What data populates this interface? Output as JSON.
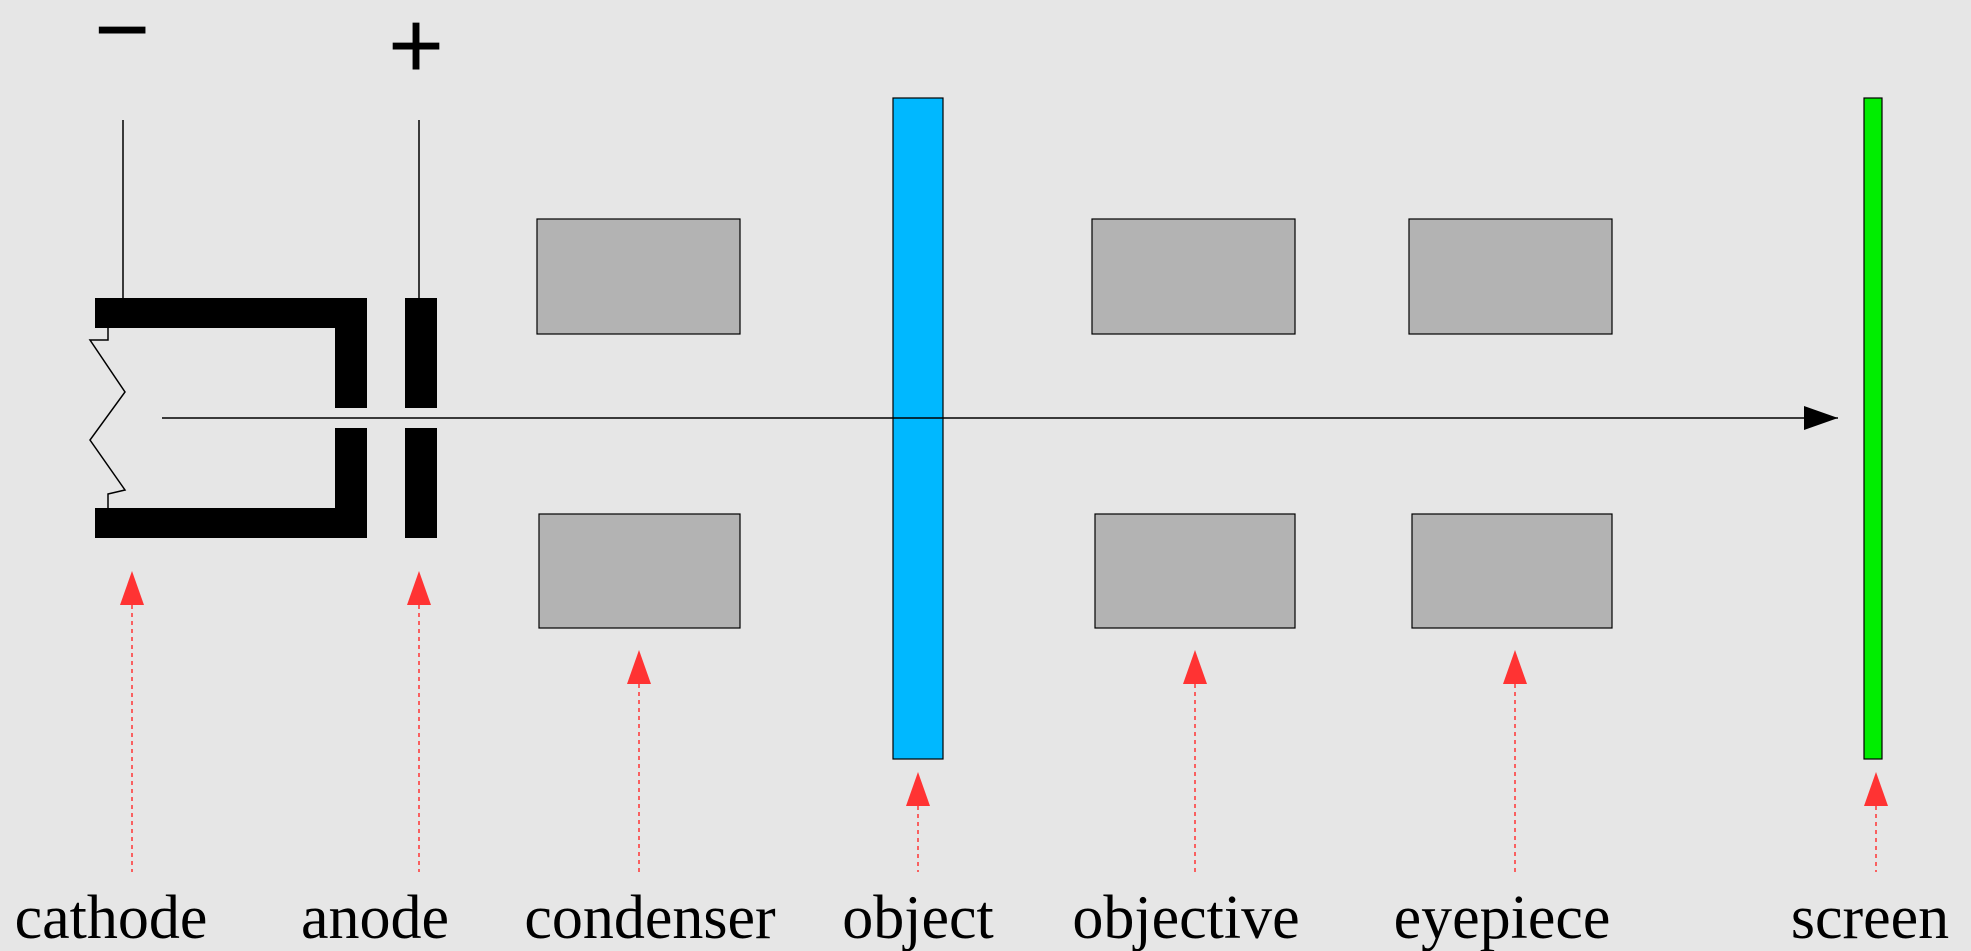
{
  "colors": {
    "background": "#e6e6e6",
    "electrode": "#000000",
    "lens": "#b3b3b3",
    "object": "#00b8ff",
    "screen": "#00ee00",
    "marker": "#ff3333"
  },
  "signs": {
    "cathode": "−",
    "anode": "+"
  },
  "labels": {
    "cathode": "cathode",
    "anode": "anode",
    "condenser": "condenser",
    "object": "object",
    "objective": "objective",
    "eyepiece": "eyepiece",
    "screen": "screen"
  }
}
